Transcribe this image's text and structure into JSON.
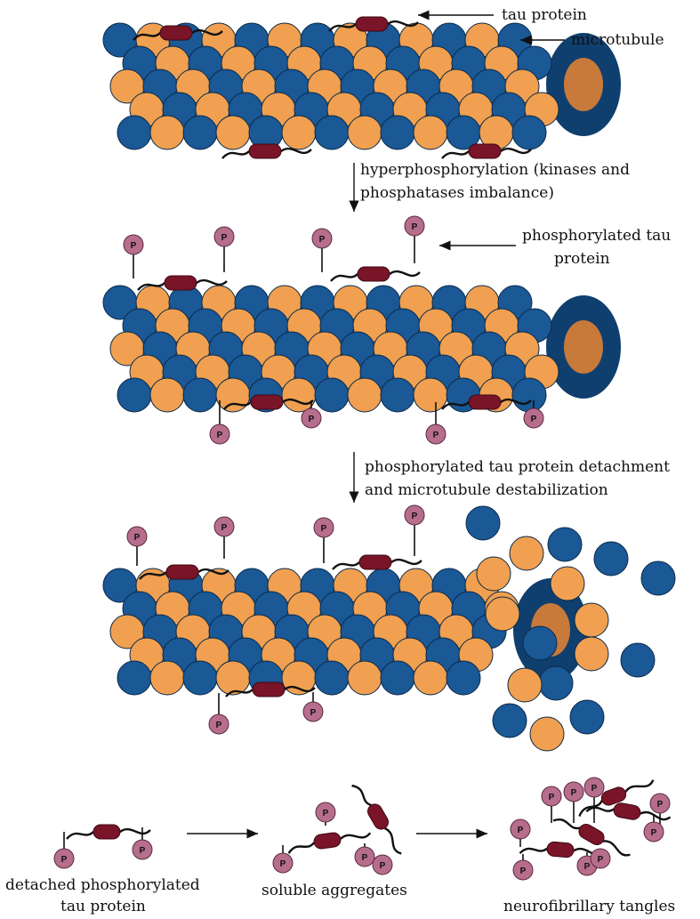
{
  "labels": {
    "tau_protein": "tau protein",
    "microtubule": "microtubule",
    "step1_line1": "hyperphosphorylation (kinases and",
    "step1_line2": "phosphatases imbalance)",
    "phospho_tau_line1": "phosphorylated tau",
    "phospho_tau_line2": "protein",
    "step2_line1": "phosphorylated tau protein detachment",
    "step2_line2": "and microtubule destabilization",
    "detached_line1": "detached phosphorylated",
    "detached_line2": "tau protein",
    "soluble": "soluble aggregates",
    "tangles": "neurofibrillary tangles"
  },
  "phosphate_symbol": "P",
  "colors": {
    "tubulin_blue": "#1a5896",
    "tubulin_orange": "#f0a050",
    "lumen": "#c87a3a",
    "tau_body": "#7a1428",
    "phosphate": "#b76e8c"
  }
}
